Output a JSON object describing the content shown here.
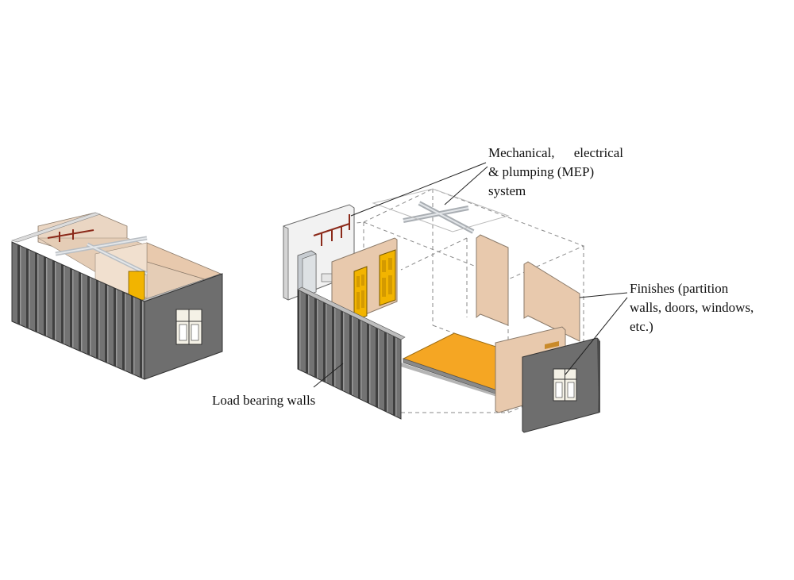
{
  "labels": {
    "mep": {
      "line1": "Mechanical,",
      "line1b": "electrical",
      "line2": "& plumping (MEP)",
      "line3": "system"
    },
    "finishes": {
      "line1": "Finishes (partition",
      "line2": "walls, doors, windows,",
      "line3": "etc.)"
    },
    "load_bearing": "Load bearing walls"
  },
  "colors": {
    "wall_grey": "#6e6e6e",
    "wall_dark": "#4a4a4a",
    "rib": "#3a3a3a",
    "finish_tan": "#e8c9ad",
    "floor_orange": "#f5a623",
    "door_yellow": "#f2b400",
    "pipe_red": "#8b2a1a",
    "duct_grey": "#c9ced3",
    "dash": "#8a8a8a"
  }
}
